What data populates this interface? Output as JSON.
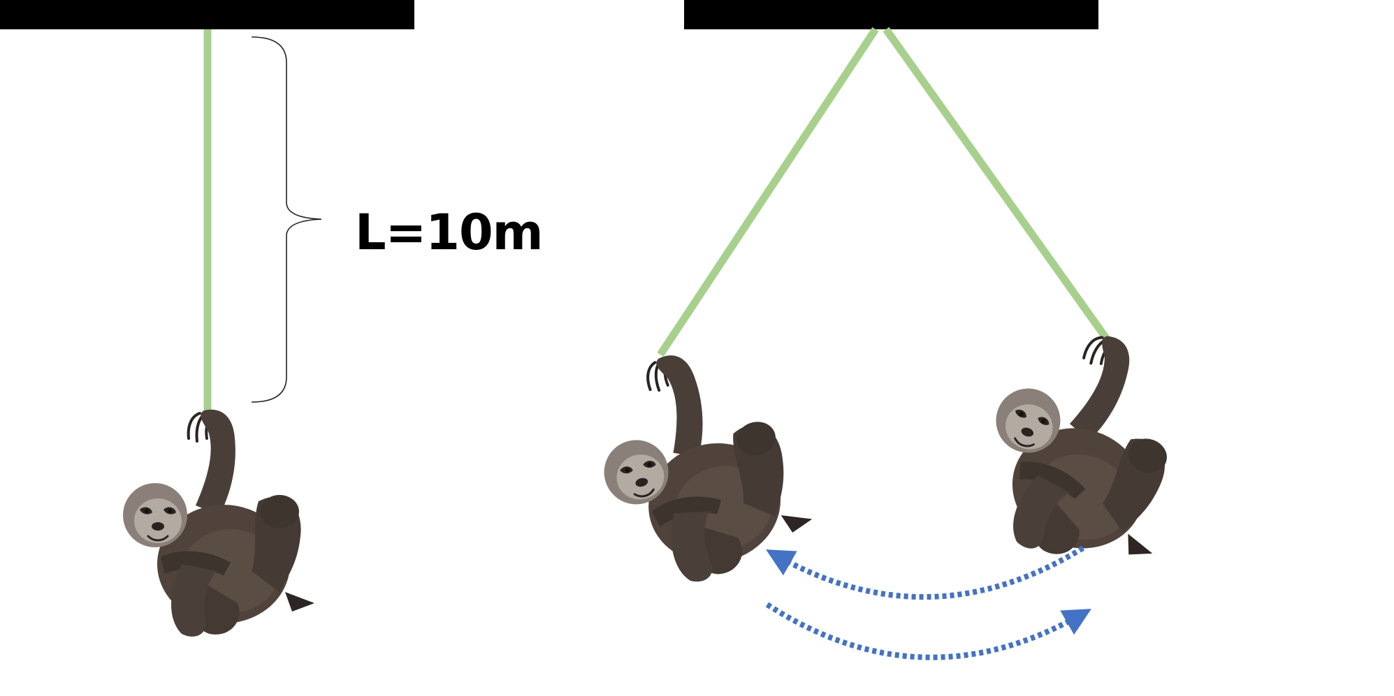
{
  "diagram": {
    "length_label": "L=10m",
    "colors": {
      "support": "#000000",
      "rope": "#a8d08d",
      "motion_arrow": "#4472c4",
      "sloth_fur": "#4a3f38",
      "sloth_face": "#b0a79f",
      "brace": "#222222"
    },
    "icons": {
      "support_bar": "ceiling-beam",
      "rope": "vine",
      "figure": "sloth",
      "motion": "dashed-curved-arrow"
    }
  }
}
